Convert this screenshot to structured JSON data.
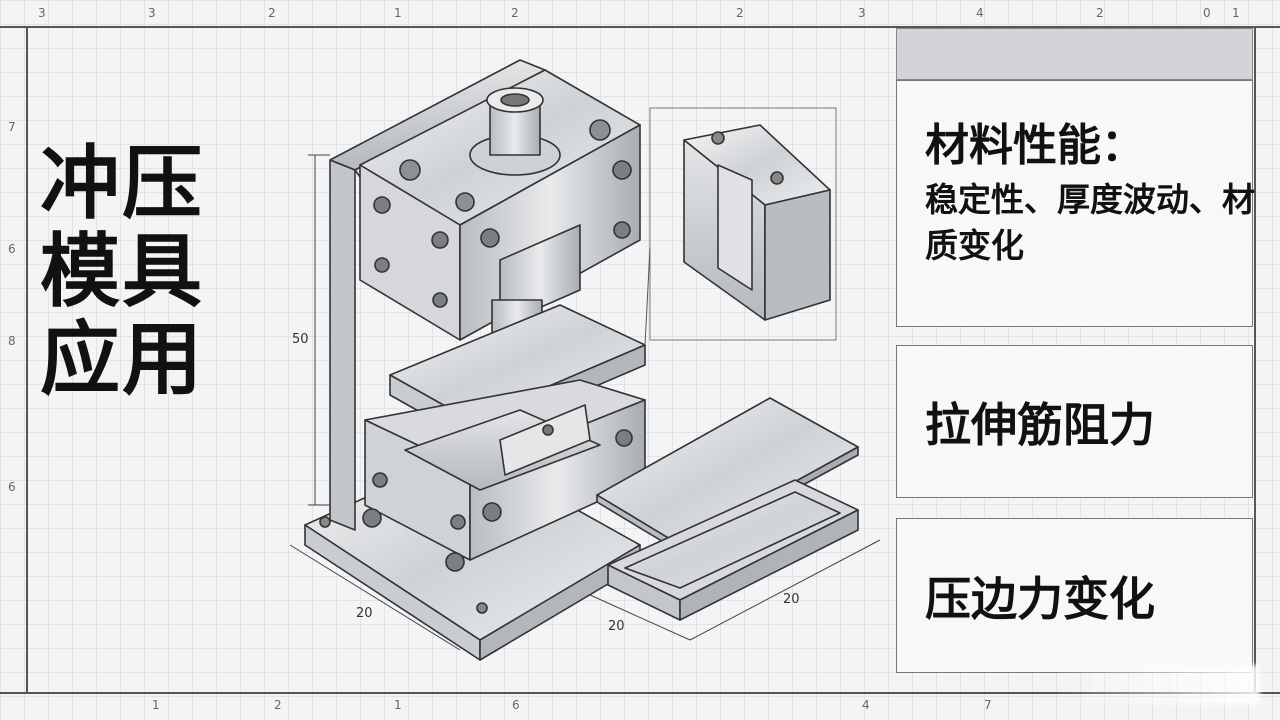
{
  "title": {
    "lines": [
      "冲压",
      "模具",
      "应用"
    ]
  },
  "panels": [
    {
      "title": "材料性能：",
      "body": "稳定性、厚度波动、材质变化"
    },
    {
      "title": "拉伸筋阻力"
    },
    {
      "title": "压边力变化"
    }
  ],
  "drawing": {
    "dims": {
      "height": "50",
      "base_left": "20",
      "plate_small": "20",
      "plate_long": "20"
    }
  },
  "ruler": {
    "top": [
      "3",
      "3",
      "2",
      "1",
      "2",
      "2",
      "3",
      "4",
      "2",
      "0",
      "1"
    ],
    "bottom": [
      "1",
      "2",
      "1",
      "6",
      "4",
      "7"
    ],
    "left": [
      "7",
      "6",
      "8",
      "6"
    ]
  },
  "colors": {
    "panel_header": "#d2d4d7",
    "frame": "#555555",
    "background": "#f3f4f6"
  }
}
